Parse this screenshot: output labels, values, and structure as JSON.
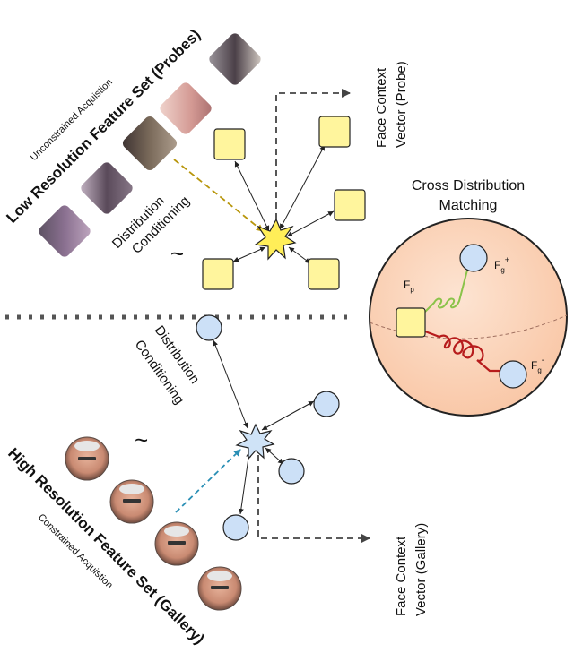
{
  "probe_set": {
    "title": "Low Resolution Feature Set (Probes)",
    "subtitle": "Unconstrained Acquistion"
  },
  "gallery_set": {
    "title": "High Resolution Feature Set (Gallery)",
    "subtitle": "Constrained Acquistion"
  },
  "conditioning": {
    "top": {
      "line1": "Distribution",
      "line2": "Conditioning",
      "tilde": "~"
    },
    "bottom": {
      "line1": "Distribution",
      "line2": "Conditioning",
      "tilde": "~"
    }
  },
  "context_vectors": {
    "probe": {
      "line1": "Face Context",
      "line2": "Vector (Probe)"
    },
    "gallery": {
      "line1": "Face Context",
      "line2": "Vector (Gallery)"
    }
  },
  "matching": {
    "title_line1": "Cross Distribution",
    "title_line2": "Matching",
    "fp": "F",
    "fp_sub": "p",
    "fg": "F",
    "fg_sub": "g",
    "plus": "+",
    "minus": "-"
  },
  "colors": {
    "probe_node": "#fff59d",
    "gallery_node": "#cce0f7",
    "star_probe": "#ffee58",
    "star_gallery": "#cfe3f7",
    "sphere": "#fcd9c2",
    "spring_green": "#8bc34a",
    "spring_red": "#b71c1c",
    "arrow_probe": "#b8960c",
    "arrow_gallery": "#2a8fb5"
  }
}
